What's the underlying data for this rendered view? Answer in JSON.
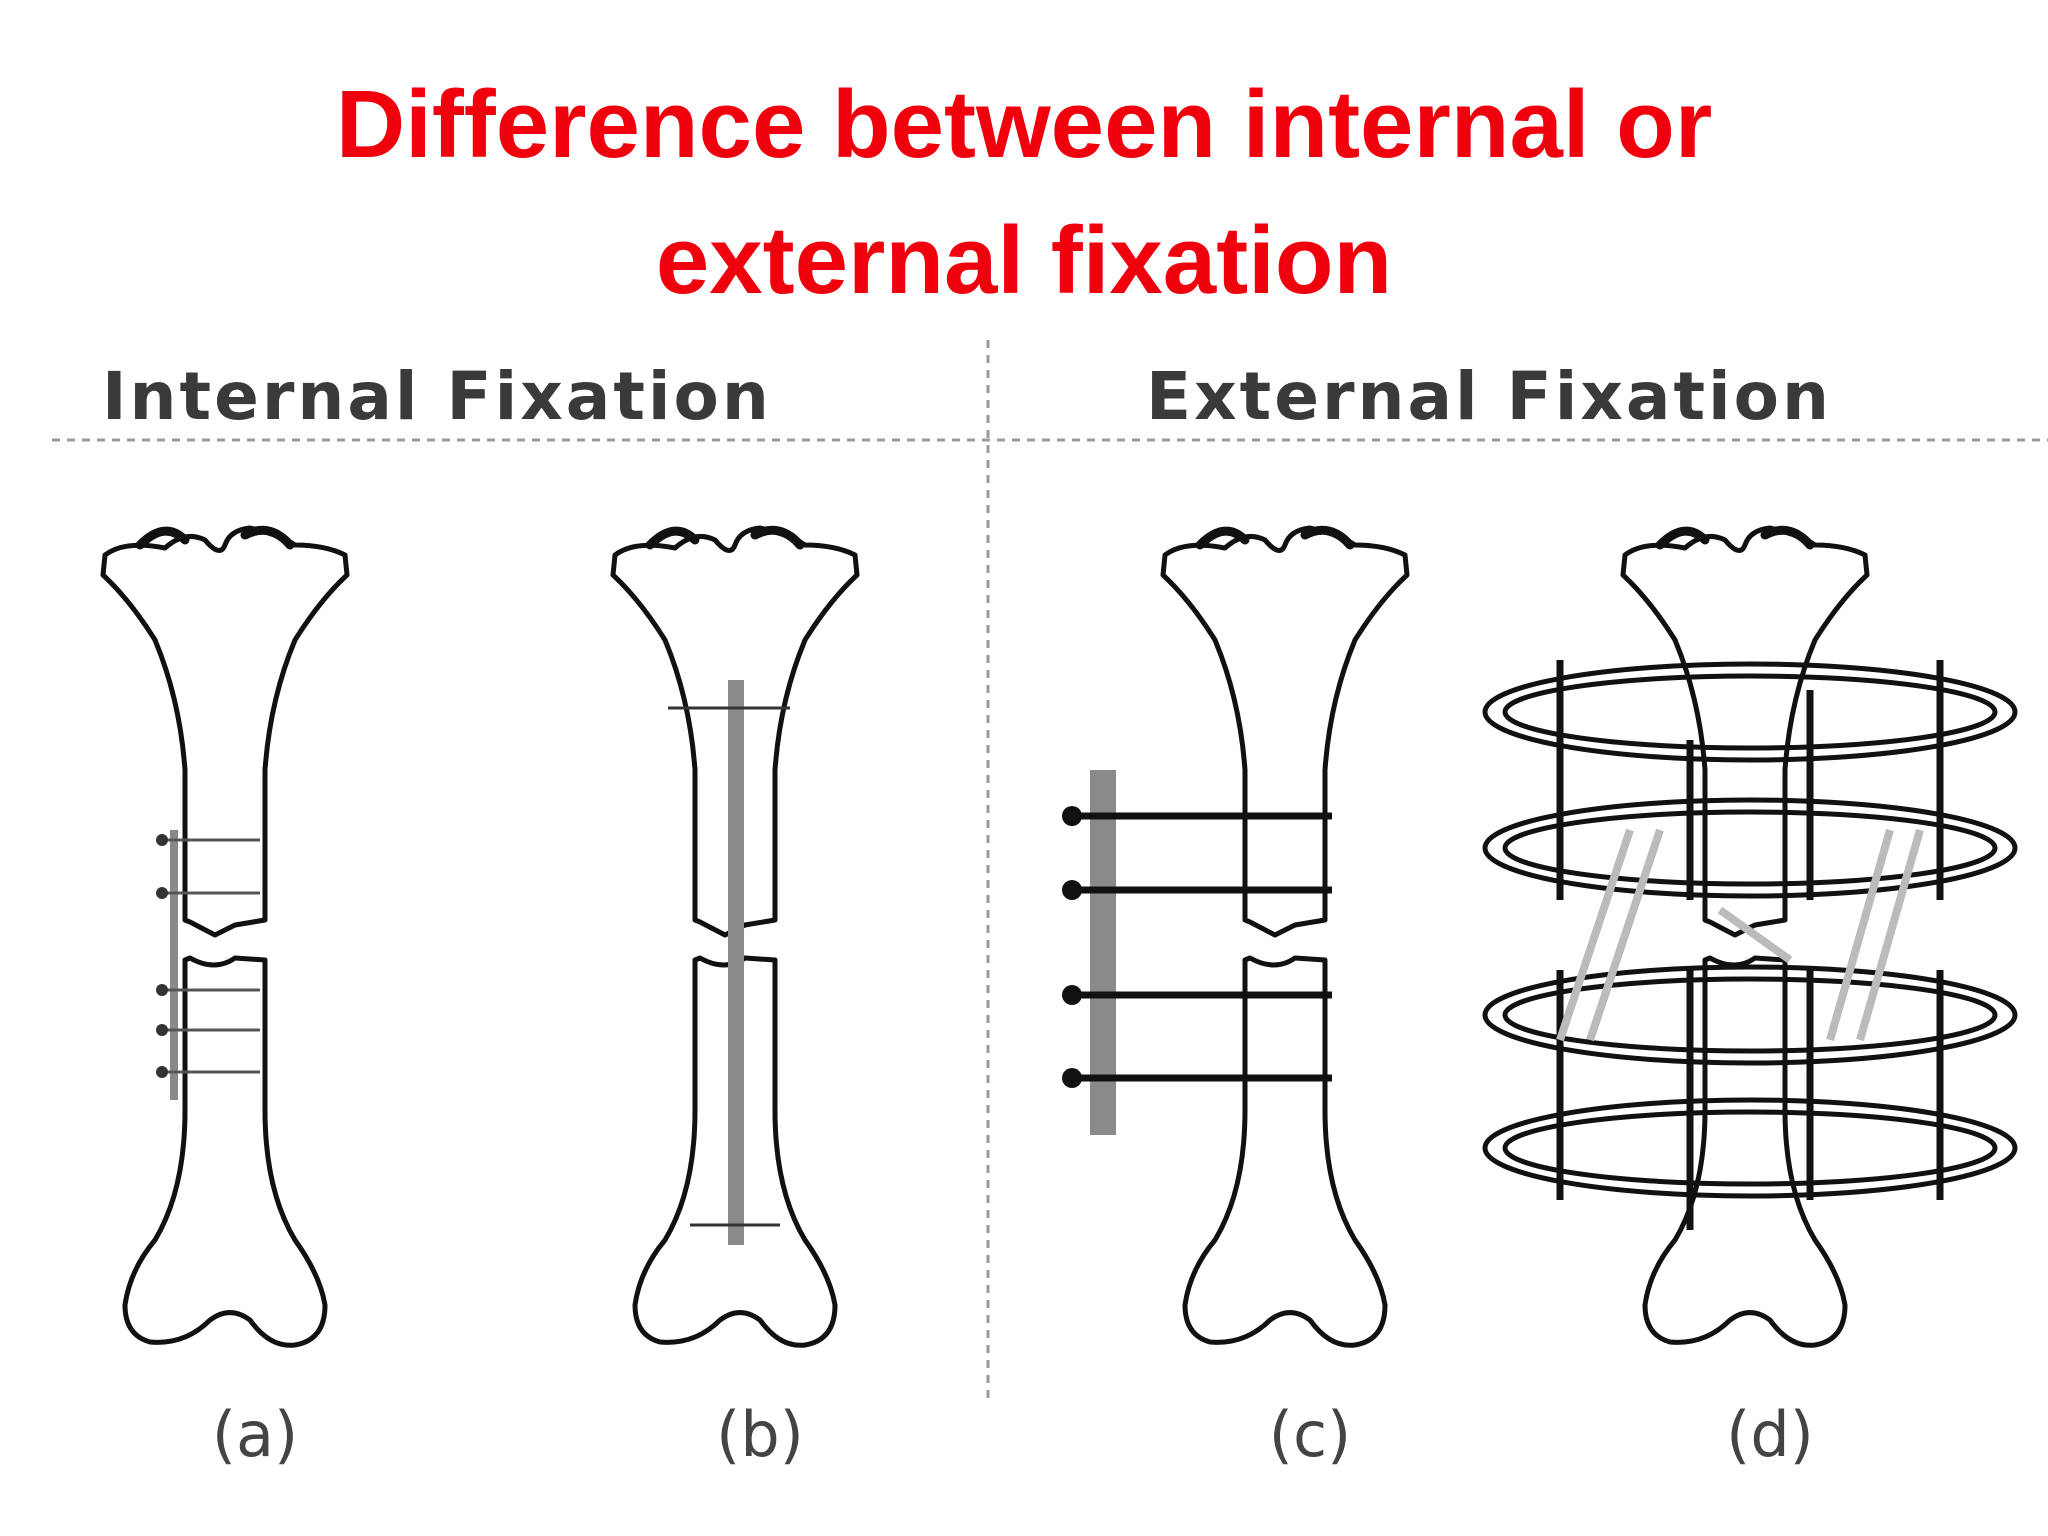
{
  "title": {
    "line1": "Difference between internal or",
    "line2": "external fixation"
  },
  "headings": {
    "internal": "Internal Fixation",
    "external": "External Fixation"
  },
  "panels": [
    {
      "label": "(a)",
      "method": "plate-and-screws"
    },
    {
      "label": "(b)",
      "method": "intramedullary-nail"
    },
    {
      "label": "(c)",
      "method": "unilateral-external-fixator"
    },
    {
      "label": "(d)",
      "method": "circular-ring-fixator"
    }
  ],
  "colors": {
    "title": "#f0000c",
    "heading": "#3a3a3a",
    "outline": "#111111",
    "implant": "#8a8a8a",
    "separator": "#9a9a9a"
  }
}
